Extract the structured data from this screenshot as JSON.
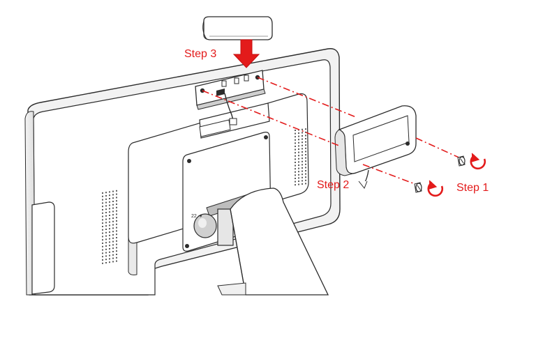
{
  "steps": [
    {
      "label": "Step 1"
    },
    {
      "label": "Step 2"
    },
    {
      "label": "Step 3"
    }
  ],
  "colors": {
    "accent": "#e31b1b",
    "line": "#2b2b2b",
    "panel": "#ffffff",
    "shade": "#e6e6e6"
  },
  "icons": {
    "screw": "screw-icon",
    "rotate": "rotate-arrow-icon",
    "insert": "down-arrow-icon"
  }
}
